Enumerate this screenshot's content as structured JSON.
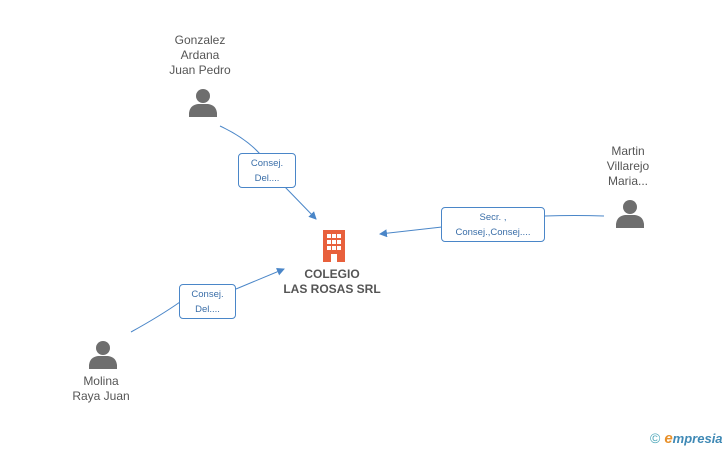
{
  "company": {
    "name_line1": "COLEGIO",
    "name_line2": "LAS ROSAS SRL",
    "icon": "building-icon",
    "color": "#e8603c"
  },
  "people": [
    {
      "id": "gonzalez",
      "lines": [
        "Gonzalez",
        "Ardana",
        "Juan Pedro"
      ],
      "icon": "person-icon"
    },
    {
      "id": "martin",
      "lines": [
        "Martin",
        "Villarejo",
        "Maria..."
      ],
      "icon": "person-icon"
    },
    {
      "id": "molina",
      "lines": [
        "Molina",
        "Raya Juan"
      ],
      "icon": "person-icon"
    }
  ],
  "relations": [
    {
      "from": "gonzalez",
      "lines": [
        "Consej.",
        "Del...."
      ]
    },
    {
      "from": "martin",
      "lines": [
        "Secr. ,",
        "Consej.,Consej...."
      ]
    },
    {
      "from": "molina",
      "lines": [
        "Consej.",
        "Del...."
      ]
    }
  ],
  "colors": {
    "person_icon": "#6e6e6e",
    "connector": "#4a86c8",
    "label_text": "#555555"
  },
  "brand": {
    "copyright_symbol": "©",
    "e_letter": "e",
    "rest": "mpresia"
  }
}
